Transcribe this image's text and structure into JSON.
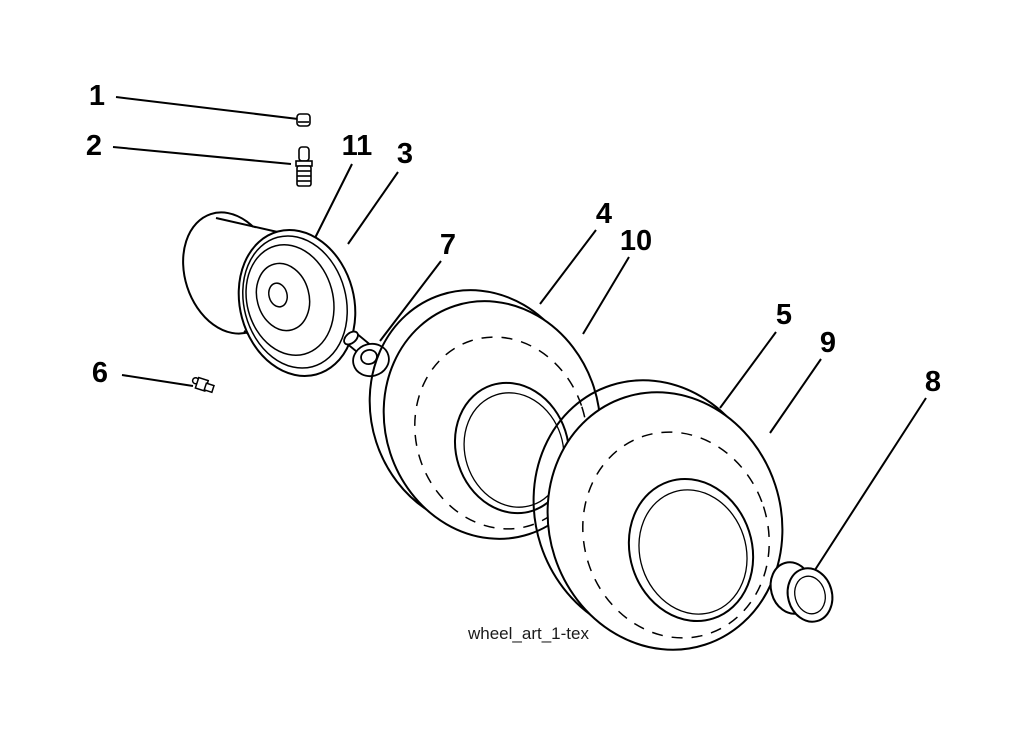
{
  "diagram": {
    "caption": "wheel_art_1-tex",
    "labels": {
      "l1": "1",
      "l2": "2",
      "l3": "3",
      "l4": "4",
      "l5": "5",
      "l6": "6",
      "l7": "7",
      "l8": "8",
      "l9": "9",
      "l10": "10",
      "l11": "11"
    },
    "colors": {
      "line": "#000000",
      "background": "#ffffff"
    }
  }
}
